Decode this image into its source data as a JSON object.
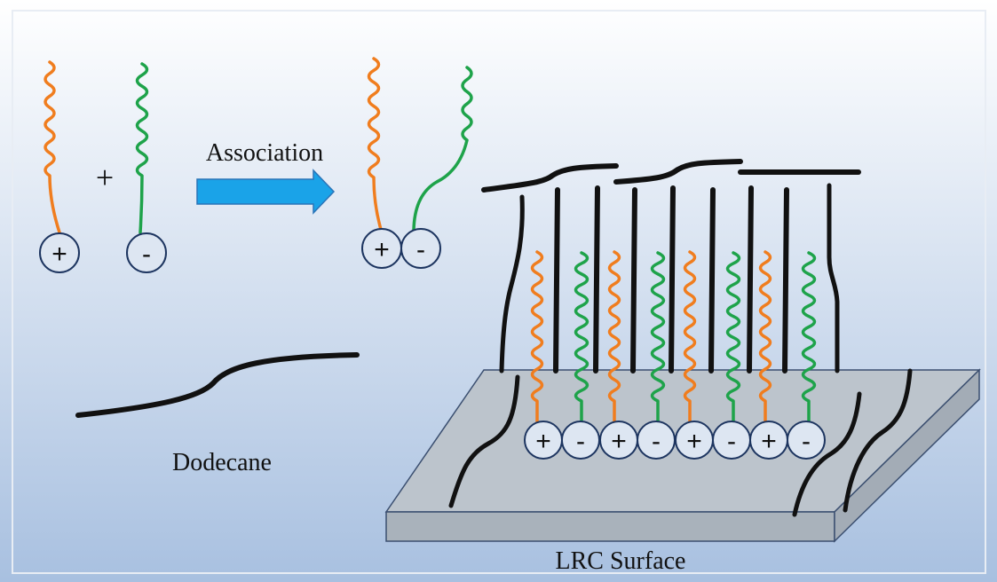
{
  "labels": {
    "association": "Association",
    "dodecane": "Dodecane",
    "surface": "LRC Surface",
    "plus": "+"
  },
  "charges": {
    "cationic": "+",
    "anionic": "-"
  },
  "headgroups": {
    "free": [
      {
        "name": "cation-headgroup",
        "sign": "+"
      },
      {
        "name": "anion-headgroup",
        "sign": "-"
      }
    ],
    "pair": [
      {
        "name": "pair-cation-headgroup",
        "sign": "+"
      },
      {
        "name": "pair-anion-headgroup",
        "sign": "-"
      }
    ],
    "surface_row": [
      {
        "sign": "+"
      },
      {
        "sign": "-"
      },
      {
        "sign": "+"
      },
      {
        "sign": "-"
      },
      {
        "sign": "+"
      },
      {
        "sign": "-"
      },
      {
        "sign": "+"
      },
      {
        "sign": "-"
      }
    ]
  },
  "colors": {
    "cationic_tail": "#f07d1e",
    "anionic_tail": "#1ea34a",
    "dodecane": "#111111",
    "arrow": "#1aa3e8",
    "arrow_outline": "#2a74b8",
    "headgroup_outline": "#1d3560",
    "surface_top": "#bcc4cc",
    "surface_side": "#a9b2bb",
    "surface_edge": "#3b4f70",
    "bg_top": "#ffffff",
    "bg_bottom": "#a8c0e0"
  }
}
